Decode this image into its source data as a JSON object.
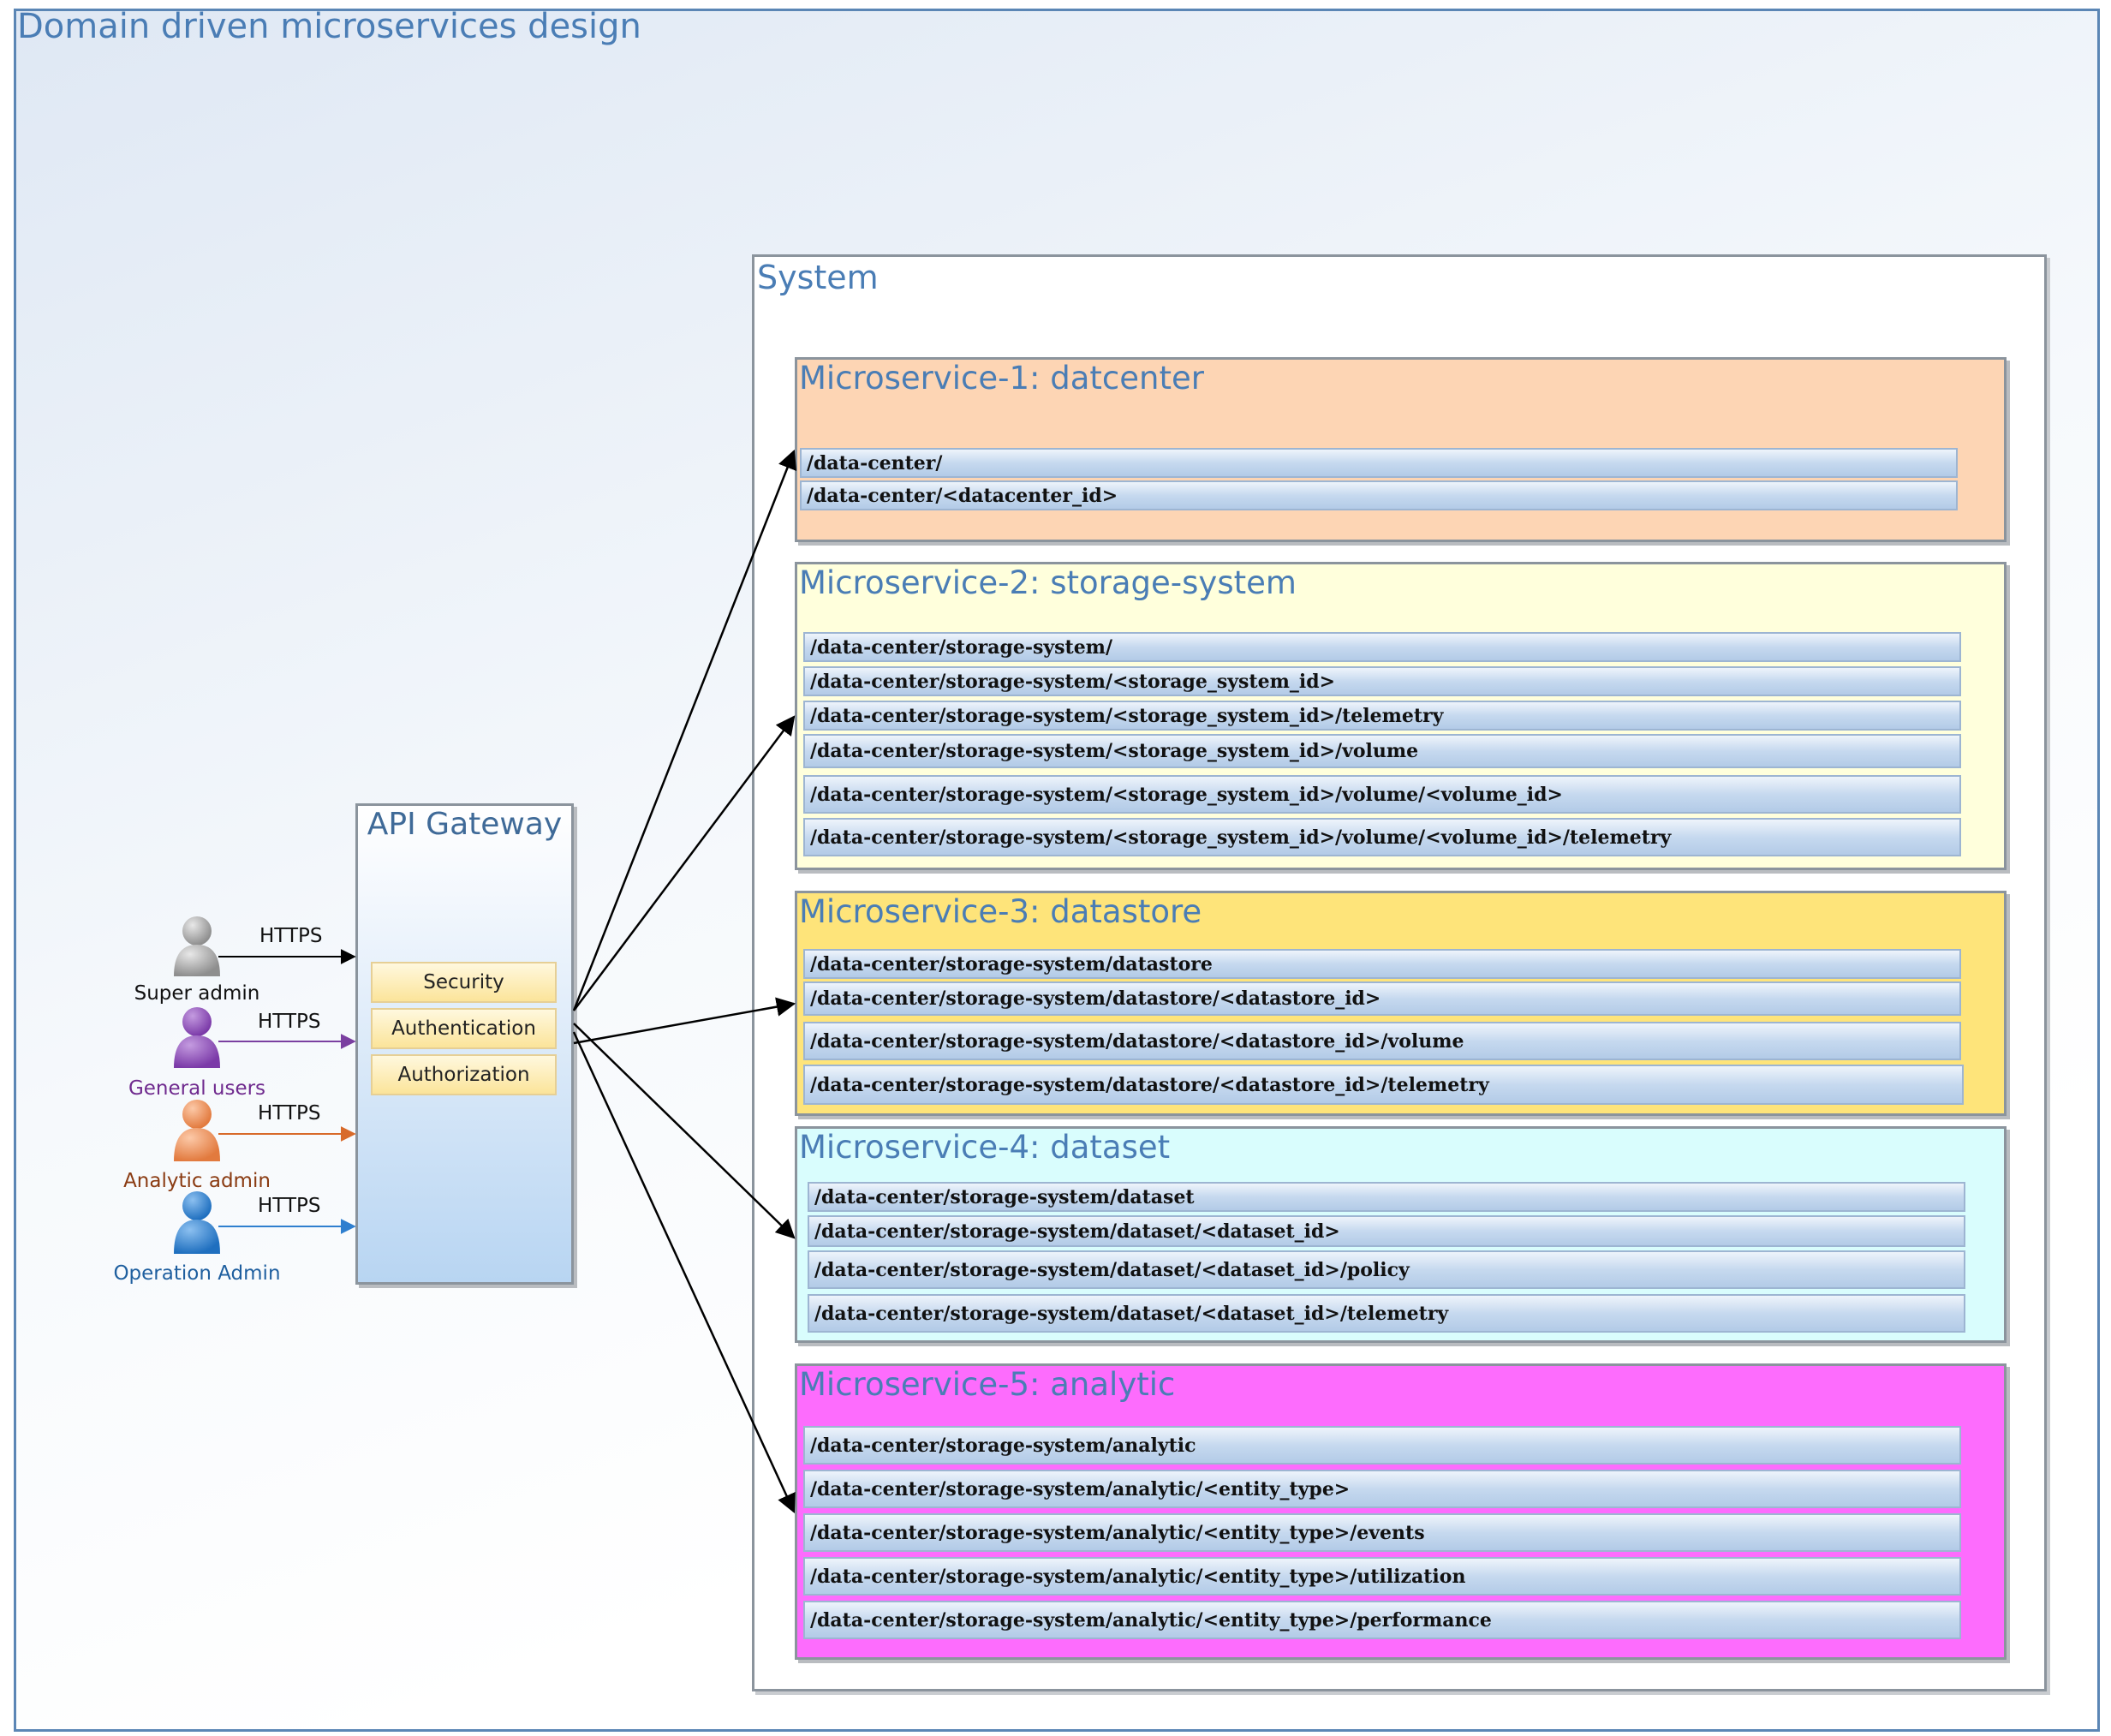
{
  "title": "Domain driven microservices design",
  "system": {
    "title": "System",
    "microservices": [
      {
        "title": "Microservice-1: datcenter",
        "color": "#fdd5b4",
        "endpoints": [
          "/data-center/",
          "/data-center/<datacenter_id>"
        ]
      },
      {
        "title": "Microservice-2: storage-system",
        "color": "#ffffdc",
        "endpoints": [
          "/data-center/storage-system/",
          "/data-center/storage-system/<storage_system_id>",
          "/data-center/storage-system/<storage_system_id>/telemetry",
          "/data-center/storage-system/<storage_system_id>/volume",
          "/data-center/storage-system/<storage_system_id>/volume/<volume_id>",
          "/data-center/storage-system/<storage_system_id>/volume/<volume_id>/telemetry"
        ]
      },
      {
        "title": "Microservice-3: datastore",
        "color": "#fee47a",
        "endpoints": [
          "/data-center/storage-system/datastore",
          "/data-center/storage-system/datastore/<datastore_id>",
          "/data-center/storage-system/datastore/<datastore_id>/volume",
          "/data-center/storage-system/datastore/<datastore_id>/telemetry"
        ]
      },
      {
        "title": "Microservice-4: dataset",
        "color": "#d9fdfd",
        "endpoints": [
          "/data-center/storage-system/dataset",
          "/data-center/storage-system/dataset/<dataset_id>",
          "/data-center/storage-system/dataset/<dataset_id>/policy",
          "/data-center/storage-system/dataset/<dataset_id>/telemetry"
        ]
      },
      {
        "title": "Microservice-5: analytic",
        "color": "#fd6cfd",
        "endpoints": [
          "/data-center/storage-system/analytic",
          "/data-center/storage-system/analytic/<entity_type>",
          "/data-center/storage-system/analytic/<entity_type>/events",
          "/data-center/storage-system/analytic/<entity_type>/utilization",
          "/data-center/storage-system/analytic/<entity_type>/performance"
        ]
      }
    ]
  },
  "gateway": {
    "title": "API Gateway",
    "features": [
      "Security",
      "Authentication",
      "Authorization"
    ]
  },
  "users": [
    {
      "name": "Super admin",
      "protocol": "HTTPS",
      "color": "#9e9e9e",
      "label_color": "#111111",
      "icon": "user-icon"
    },
    {
      "name": "General users",
      "protocol": "HTTPS",
      "color": "#8b49b6",
      "label_color": "#6f2a8e",
      "icon": "user-icon"
    },
    {
      "name": "Analytic admin",
      "protocol": "HTTPS",
      "color": "#f0915f",
      "label_color": "#8a3b12",
      "icon": "user-icon"
    },
    {
      "name": "Operation Admin",
      "protocol": "HTTPS",
      "color": "#2f7fcf",
      "label_color": "#1f5f9f",
      "icon": "user-icon"
    }
  ]
}
